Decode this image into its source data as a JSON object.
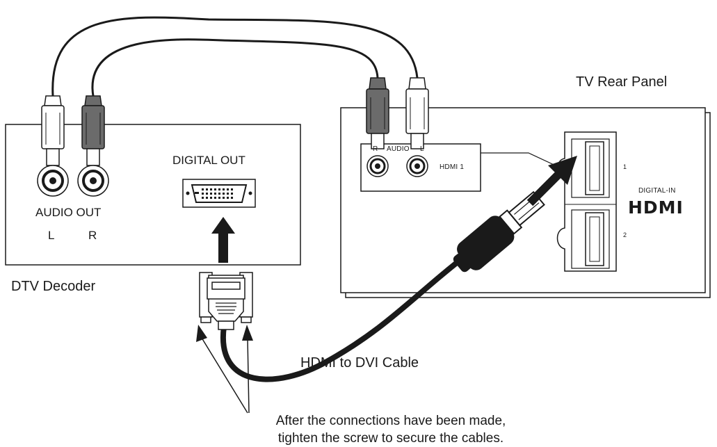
{
  "labels": {
    "tv_rear_panel": "TV Rear Panel",
    "dtv_decoder": "DTV Decoder",
    "digital_out": "DIGITAL OUT",
    "audio_out": "AUDIO OUT",
    "left_channel": "L",
    "right_channel": "R",
    "tv_audio_r": "R",
    "tv_audio": "AUDIO",
    "tv_audio_l": "L",
    "hdmi1": "HDMI 1",
    "digital_in": "DIGITAL-IN",
    "hdmi_logo": "HDMI",
    "port_1": "1",
    "port_2": "2",
    "cable_name": "HDMI to DVI Cable"
  },
  "note": {
    "line1": "After the connections have been made,",
    "line2": "tighten the screw to secure the cables."
  },
  "colors": {
    "line": "#1a1a1a",
    "dark_plug": "#6b6b6b",
    "white_plug": "#ffffff",
    "background": "#ffffff"
  }
}
